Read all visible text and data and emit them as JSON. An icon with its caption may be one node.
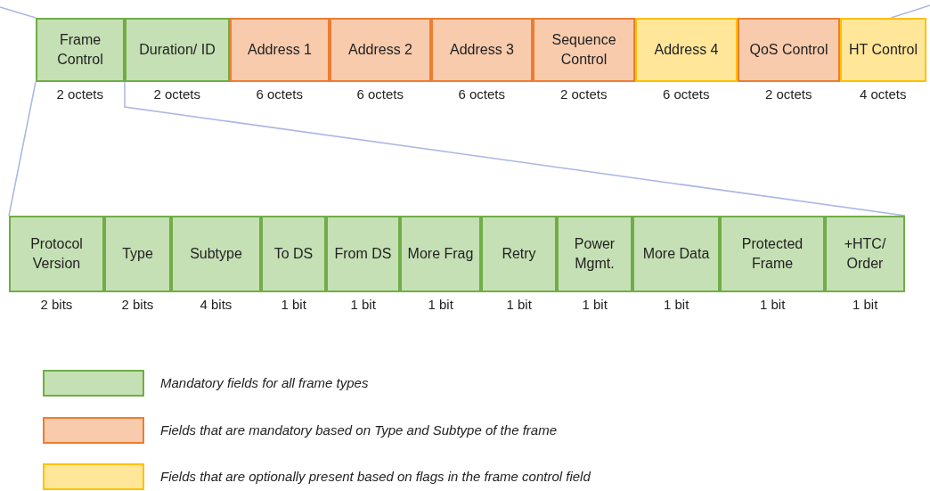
{
  "diagram": {
    "nodes": [
      {
        "text": [
          "Frame Control"
        ],
        "beside": [
          "2 octets"
        ]
      },
      {
        "text": [
          "Duration/ ID"
        ],
        "beside": [
          "2 octets"
        ]
      },
      {
        "text": [
          "Address 1"
        ],
        "beside": [
          "6 octets"
        ]
      },
      {
        "text": [
          "Address 2"
        ],
        "beside": [
          "6 octets"
        ]
      },
      {
        "text": [
          "Address 3"
        ],
        "beside": [
          "6 octets"
        ]
      },
      {
        "text": [
          "Sequence Control"
        ],
        "beside": [
          "2 octets"
        ]
      },
      {
        "text": [
          "Address 4"
        ],
        "beside": [
          "6 octets"
        ]
      },
      {
        "text": [
          "QoS Control"
        ],
        "beside": [
          "2 octets"
        ]
      },
      {
        "text": [
          "HT Control"
        ],
        "beside": [
          "4 octets"
        ]
      },
      {
        "text": [
          "Protocol Version"
        ],
        "beside": [
          "2 bits"
        ]
      },
      {
        "text": [
          "Type"
        ],
        "beside": [
          "2 bits"
        ]
      },
      {
        "text": [
          "Subtype"
        ],
        "beside": [
          "4 bits"
        ]
      },
      {
        "text": [
          "To DS"
        ],
        "beside": [
          "1 bit"
        ]
      },
      {
        "text": [
          "From DS"
        ],
        "beside": [
          "1 bit"
        ]
      },
      {
        "text": [
          "More Frag"
        ],
        "beside": [
          "1 bit"
        ]
      },
      {
        "text": [
          "Retry"
        ],
        "beside": [
          "1 bit"
        ]
      },
      {
        "text": [
          "Power Mgmt."
        ],
        "beside": [
          "1 bit"
        ]
      },
      {
        "text": [
          "More Data"
        ],
        "beside": [
          "1 bit"
        ]
      },
      {
        "text": [
          "Protected Frame"
        ],
        "beside": [
          "1 bit"
        ]
      },
      {
        "text": [
          "+HTC/ Order"
        ],
        "beside": [
          "1 bit"
        ]
      }
    ],
    "edges": [
      {
        "from": 0,
        "to": 9,
        "arrow": "none"
      },
      {
        "from": 0,
        "to": 19,
        "arrow": "none"
      },
      {
        "from": null,
        "to": 0,
        "arrow": "none"
      },
      {
        "from": 8,
        "to": null,
        "arrow": "none"
      }
    ],
    "legend": [
      {
        "text": "Mandatory fields for all frame types",
        "color": "#c5e0b4"
      },
      {
        "text": "Fields that are mandatory based on Type and Subtype of the frame",
        "color": "#f8cbad"
      },
      {
        "text": "Fields that are optionally present based on flags in the frame control field",
        "color": "#ffe699"
      }
    ]
  }
}
